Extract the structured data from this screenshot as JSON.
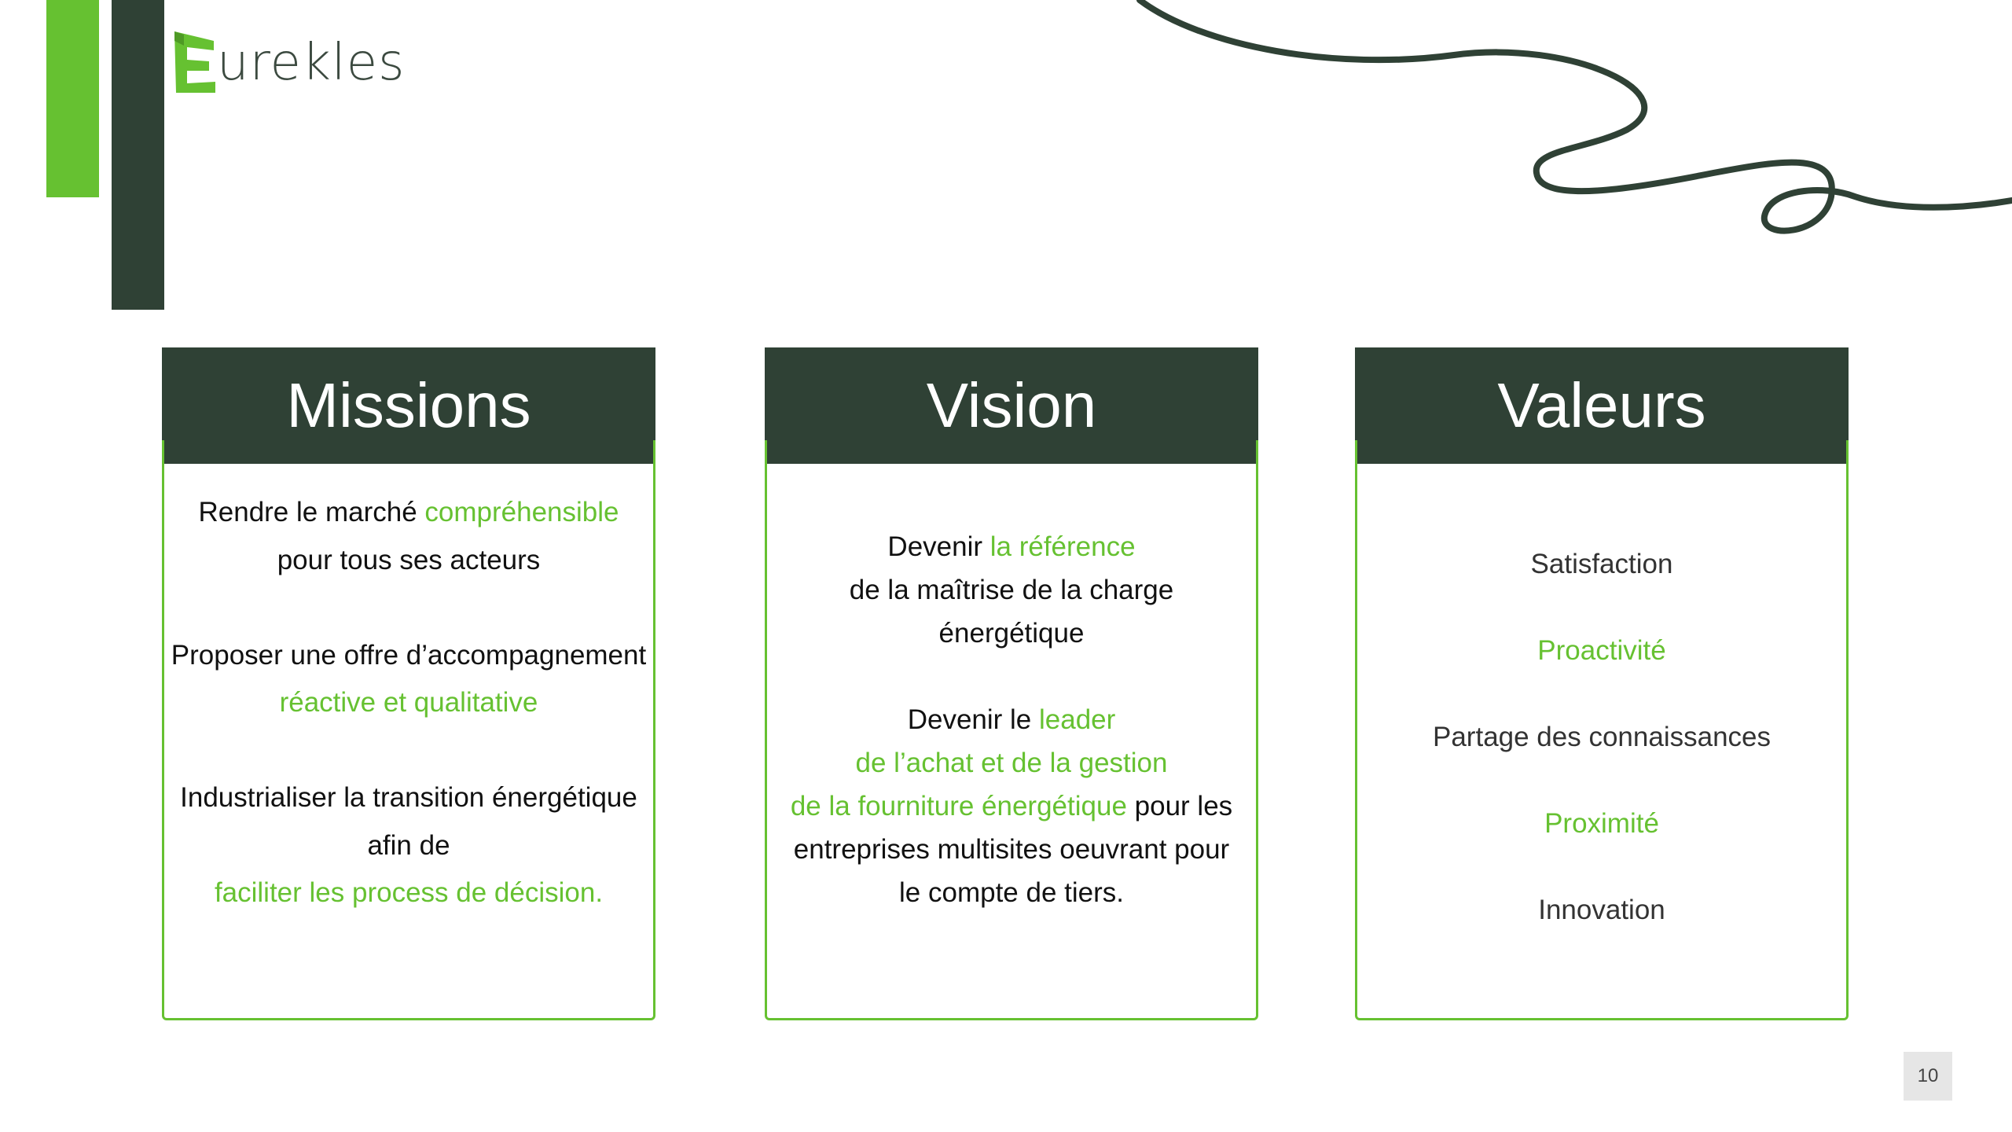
{
  "logo": {
    "mark_letter": "E",
    "text": "urekles",
    "mark_color": "#66c131"
  },
  "decor": {
    "green_bar_color": "#66c131",
    "dark_bar_color": "#2f4135"
  },
  "cards": {
    "missions": {
      "title": "Missions",
      "line1_a": "Rendre le marché ",
      "line1_b": "compréhensible",
      "line2": "pour tous ses acteurs",
      "line3": "Proposer une offre d’accompagnement",
      "line4": "réactive et qualitative",
      "line5": "Industrialiser la  transition énergétique",
      "line6": "afin de",
      "line7": "faciliter les process de décision."
    },
    "vision": {
      "title": "Vision",
      "line1_a": "Devenir  ",
      "line1_b": "la référence",
      "line2": "de la  maîtrise  de la charge",
      "line3": "énergétique",
      "line4_a": "Devenir le  ",
      "line4_b": "leader",
      "line5": "de l’achat et de la gestion",
      "line6_a": "de la fourniture énergétique",
      "line6_b": "  pour les",
      "line7": "entreprises multisites oeuvrant pour",
      "line8": "le compte de tiers."
    },
    "valeurs": {
      "title": "Valeurs",
      "items": [
        "Satisfaction",
        "Proactivité",
        "Partage des connaissances",
        "Proximité",
        "Innovation"
      ]
    }
  },
  "page_number": "10",
  "colors": {
    "accent_green": "#66c131",
    "dark_green": "#2f4135"
  }
}
